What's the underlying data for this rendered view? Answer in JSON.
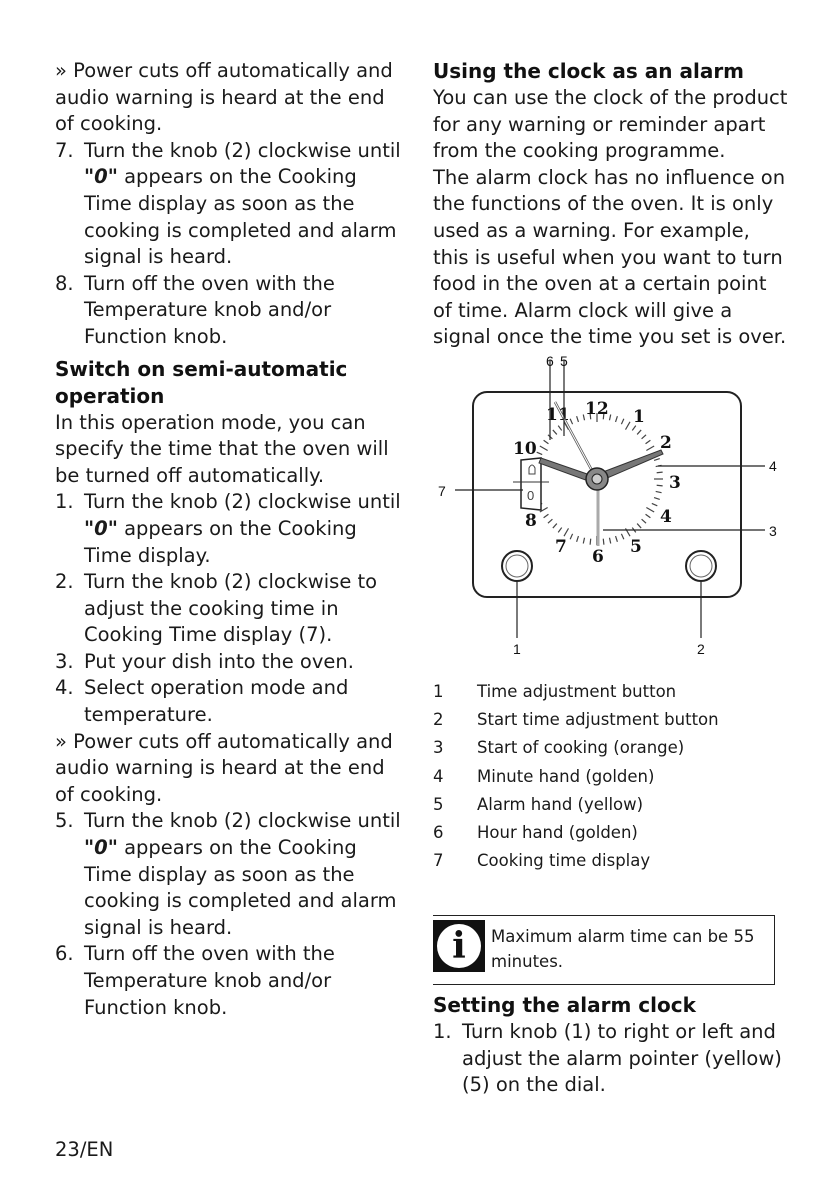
{
  "left": {
    "p1": "» Power cuts off automatically and audio warning is heard at the end of cooking.",
    "step7": {
      "num": "7.",
      "text_a": "Turn the knob (2) clockwise until ",
      "zero": "\"0\"",
      "text_b": " appears on the Cooking Time display as soon as the cooking is completed and alarm signal is heard."
    },
    "step8": {
      "num": "8.",
      "text": "Turn off the oven with the Temperature knob and/or Function knob."
    },
    "heading_semi": "Switch on semi-automatic operation",
    "intro_semi": "In this operation mode, you can specify the time that the oven will be turned off automatically.",
    "step1": {
      "num": "1.",
      "text_a": "Turn the knob (2) clockwise until ",
      "zero": "\"0\"",
      "text_b": " appears on the Cooking Time display."
    },
    "step2": {
      "num": "2.",
      "text": "Turn the knob (2) clockwise to adjust the cooking time in Cooking Time display (7)."
    },
    "step3": {
      "num": "3.",
      "text": "Put your dish into the oven."
    },
    "step4": {
      "num": "4.",
      "text": "Select operation mode and temperature."
    },
    "p2": "» Power cuts off automatically and audio warning is heard at the end of cooking.",
    "step5": {
      "num": "5.",
      "text_a": "Turn the knob (2) clockwise until ",
      "zero": "\"0\"",
      "text_b": " appears on the Cooking Time display as soon as the cooking is completed and alarm signal is heard."
    },
    "step6": {
      "num": "6.",
      "text": "Turn off the oven with the Temperature knob and/or Function knob."
    }
  },
  "right": {
    "heading_alarm": "Using the clock as an alarm",
    "p1": "You can use the clock of the product for any warning or reminder apart from the cooking programme.",
    "p2": "The alarm clock has no influence on the functions of the oven. It is only used as a warning. For example, this is useful when you want to turn food in the oven at a certain point of time. Alarm clock will give a signal once the time you set is over.",
    "legend": [
      {
        "n": "1",
        "label": "Time adjustment button"
      },
      {
        "n": "2",
        "label": "Start time adjustment button"
      },
      {
        "n": "3",
        "label": "Start of cooking (orange)"
      },
      {
        "n": "4",
        "label": "Minute hand (golden)"
      },
      {
        "n": "5",
        "label": "Alarm hand (yellow)"
      },
      {
        "n": "6",
        "label": "Hour hand (golden)"
      },
      {
        "n": "7",
        "label": "Cooking time display"
      }
    ],
    "note": "Maximum alarm time can be 55 minutes.",
    "heading_setting": "Setting the alarm clock",
    "step1": {
      "num": "1.",
      "text": "Turn knob (1) to right or left and adjust the alarm pointer (yellow) (5) on the dial."
    }
  },
  "diagram": {
    "callouts": {
      "c1": "1",
      "c2": "2",
      "c3": "3",
      "c4": "4",
      "c5": "5",
      "c6": "6",
      "c7": "7"
    },
    "dial": {
      "n12": "12",
      "n1": "1",
      "n2": "2",
      "n3": "3",
      "n4": "4",
      "n5": "5",
      "n6": "6",
      "n7": "7",
      "n8": "8",
      "n10": "10",
      "n11": "11",
      "display_zero": "0"
    }
  },
  "footer": "23/EN"
}
